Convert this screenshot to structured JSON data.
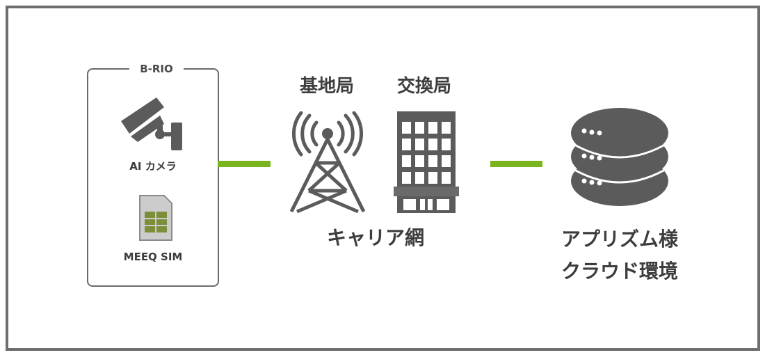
{
  "device": {
    "title": "B-RIO",
    "camera_label": "AI カメラ",
    "sim_label": "MEEQ SIM"
  },
  "carrier": {
    "base_station_label": "基地局",
    "exchange_label": "交換局",
    "network_label": "キャリア網"
  },
  "cloud": {
    "line1": "アプリズム様",
    "line2": "クラウド環境"
  },
  "icons": {
    "camera": "security-camera-icon",
    "sim": "sim-card-icon",
    "tower": "radio-tower-icon",
    "building": "office-building-icon",
    "server": "server-stack-icon"
  },
  "colors": {
    "frame": "#6e6e6e",
    "icon": "#5b5b5b",
    "connector": "#7ab51d",
    "sim_chip": "#7c8e3a"
  }
}
